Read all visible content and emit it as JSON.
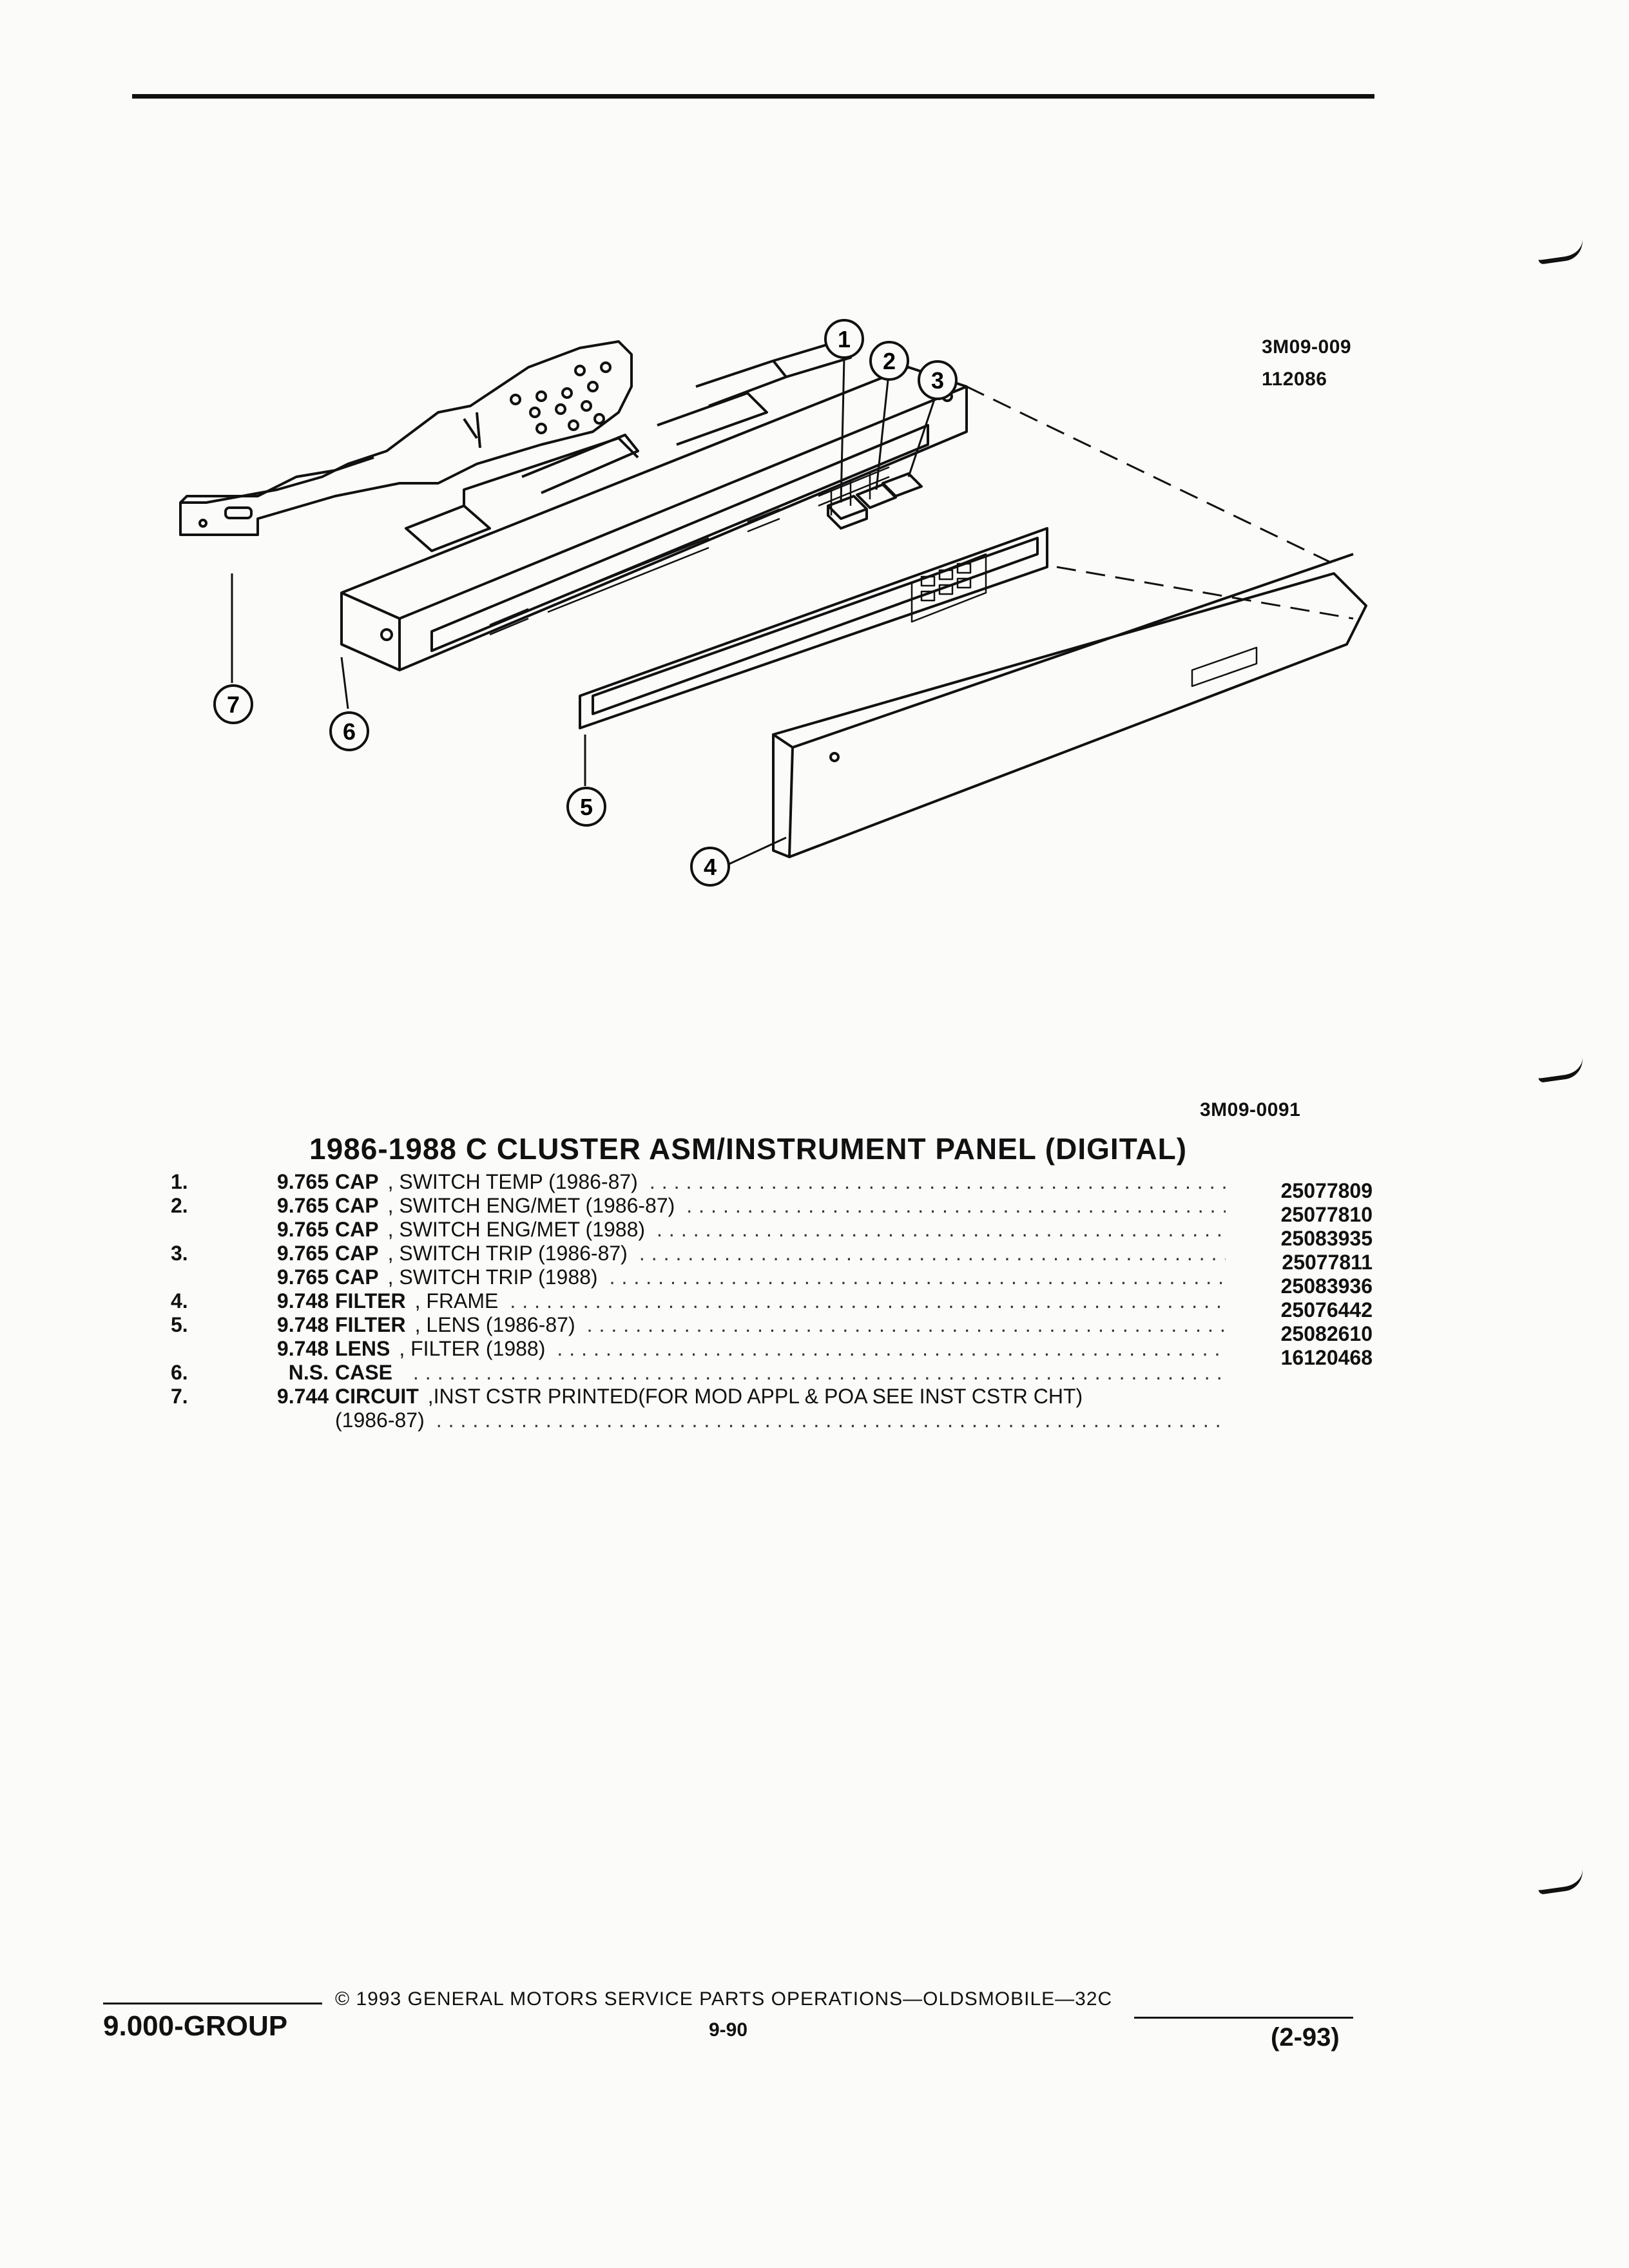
{
  "figure": {
    "code_top": "3M09-009",
    "code_sub": "112086",
    "code_bottom": "3M09-0091",
    "callouts": [
      "1",
      "2",
      "3",
      "4",
      "5",
      "6",
      "7"
    ]
  },
  "title": "1986-1988 C CLUSTER ASM/INSTRUMENT PANEL (DIGITAL)",
  "parts": [
    {
      "idx": "1.",
      "code": "9.765",
      "name": "CAP",
      "rest": ", SWITCH TEMP (1986-87)",
      "pn": "25077809"
    },
    {
      "idx": "2.",
      "code": "9.765",
      "name": "CAP",
      "rest": ", SWITCH ENG/MET (1986-87)",
      "pn": "25077810"
    },
    {
      "idx": "",
      "code": "9.765",
      "name": "CAP",
      "rest": ", SWITCH ENG/MET (1988)",
      "pn": "25083935"
    },
    {
      "idx": "3.",
      "code": "9.765",
      "name": "CAP",
      "rest": ", SWITCH TRIP (1986-87)",
      "pn": "25077811"
    },
    {
      "idx": "",
      "code": "9.765",
      "name": "CAP",
      "rest": ", SWITCH TRIP (1988)",
      "pn": "25083936"
    },
    {
      "idx": "4.",
      "code": "9.748",
      "name": "FILTER",
      "rest": ", FRAME",
      "pn": "25076442"
    },
    {
      "idx": "5.",
      "code": "9.748",
      "name": "FILTER",
      "rest": ", LENS (1986-87)",
      "pn": "25082610"
    },
    {
      "idx": "",
      "code": "9.748",
      "name": "LENS",
      "rest": ", FILTER (1988)",
      "pn": "16120468"
    },
    {
      "idx": "6.",
      "code": "N.S.",
      "name": "CASE",
      "rest": "",
      "pn": ""
    },
    {
      "idx": "7.",
      "code": "9.744",
      "name": "CIRCUIT",
      "rest": ",INST CSTR PRINTED(FOR MOD APPL & POA SEE INST CSTR CHT)",
      "pn": ""
    },
    {
      "idx": "",
      "code": "",
      "name": "",
      "rest": "(1986-87)",
      "pn": ""
    }
  ],
  "footer": {
    "group": "9.000-GROUP",
    "copyright": "© 1993 GENERAL MOTORS SERVICE PARTS OPERATIONS—OLDSMOBILE—32C",
    "page": "9-90",
    "date": "(2-93)"
  }
}
